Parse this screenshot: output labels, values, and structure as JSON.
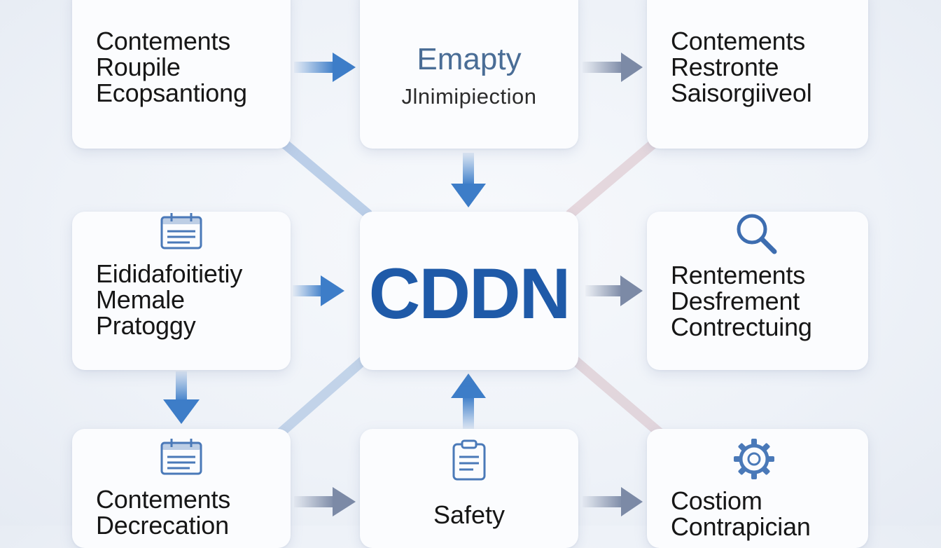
{
  "colors": {
    "arrow_blue": "#3d7dc8",
    "arrow_gray": "#7c8aa6",
    "connector_blue": "#b3c9e4",
    "connector_pink": "#ddccd3",
    "center_text": "#1f5aa8",
    "icon_blue": "#4a79b8"
  },
  "cards": {
    "top_left": {
      "lines": [
        "Contements",
        "Roupile",
        "Ecopsantiong"
      ]
    },
    "top_center": {
      "title": "Emapty",
      "subtitle": "Jlnimipiection"
    },
    "top_right": {
      "lines": [
        "Contements",
        "Restronte",
        "Saisorgiiveol"
      ]
    },
    "mid_left": {
      "icon": "calendar-icon",
      "lines": [
        "Eididafoitietiy",
        "Memale",
        "Pratoggy"
      ]
    },
    "center": {
      "title": "CDDN"
    },
    "mid_right": {
      "icon": "magnifier-icon",
      "lines": [
        "Rentements",
        "Desfrement",
        "Contrectuing"
      ]
    },
    "bottom_left": {
      "icon": "calendar-icon",
      "lines": [
        "Contements",
        "Decrecation"
      ]
    },
    "bottom_center": {
      "icon": "clipboard-icon",
      "title": "Safety"
    },
    "bottom_right": {
      "icon": "gear-icon",
      "lines": [
        "Costiom",
        "Contrapician"
      ]
    }
  }
}
